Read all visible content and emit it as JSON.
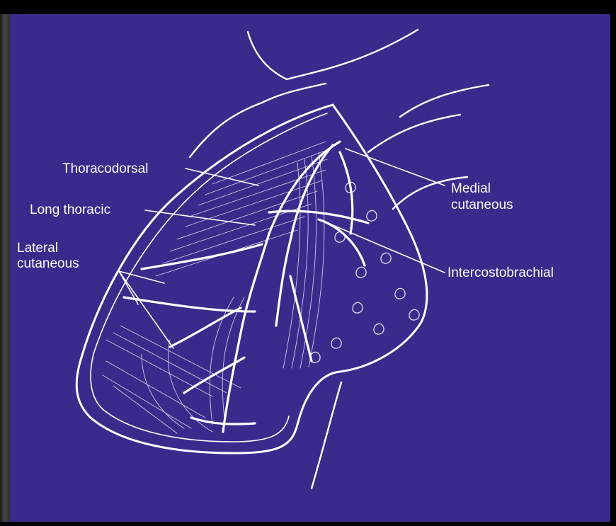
{
  "colors": {
    "background": "#000000",
    "panel": "#3a2a8c",
    "ink": "#ffffff"
  },
  "labels": {
    "thoracodorsal": "Thoracodorsal",
    "long_thoracic": "Long thoracic",
    "lateral_cutaneous_1": "Lateral",
    "lateral_cutaneous_2": "cutaneous",
    "medial_cutaneous_1": "Medial",
    "medial_cutaneous_2": "cutaneous",
    "intercostobrachial": "Intercostobrachial"
  }
}
